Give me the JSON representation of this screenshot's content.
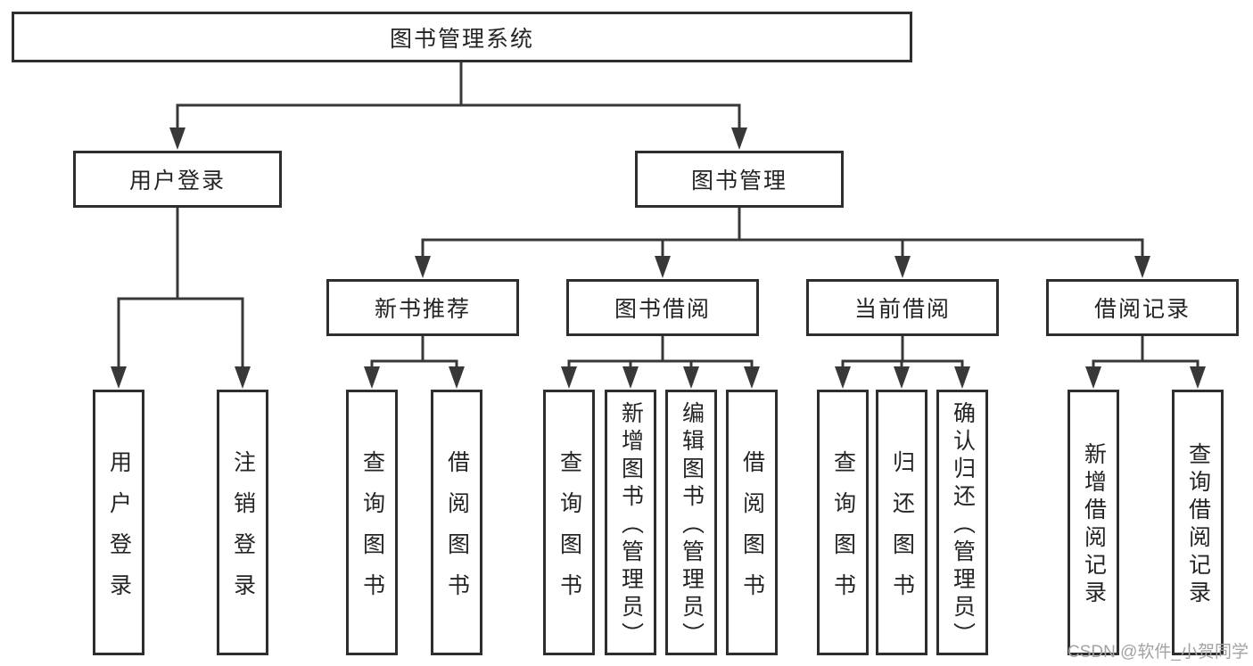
{
  "colors": {
    "line": "#383838",
    "border": "#2e2e2e",
    "text": "#242424",
    "watermark": "#a3a3a3",
    "background": "#ffffff"
  },
  "tree": {
    "label": "图书管理系统",
    "children": [
      {
        "label": "用户登录",
        "children": [
          {
            "label": "用户登录"
          },
          {
            "label": "注销登录"
          }
        ]
      },
      {
        "label": "图书管理",
        "children": [
          {
            "label": "新书推荐",
            "children": [
              {
                "label": "查询图书"
              },
              {
                "label": "借阅图书"
              }
            ]
          },
          {
            "label": "图书借阅",
            "children": [
              {
                "label": "查询图书"
              },
              {
                "label": "新增图书（管理员）"
              },
              {
                "label": "编辑图书（管理员）"
              },
              {
                "label": "借阅图书"
              }
            ]
          },
          {
            "label": "当前借阅",
            "children": [
              {
                "label": "查询图书"
              },
              {
                "label": "归还图书"
              },
              {
                "label": "确认归还（管理员）"
              }
            ]
          },
          {
            "label": "借阅记录",
            "children": [
              {
                "label": "新增借阅记录"
              },
              {
                "label": "查询借阅记录"
              }
            ]
          }
        ]
      }
    ]
  },
  "watermark": {
    "text": "CSDN @软件_小贺同学"
  }
}
